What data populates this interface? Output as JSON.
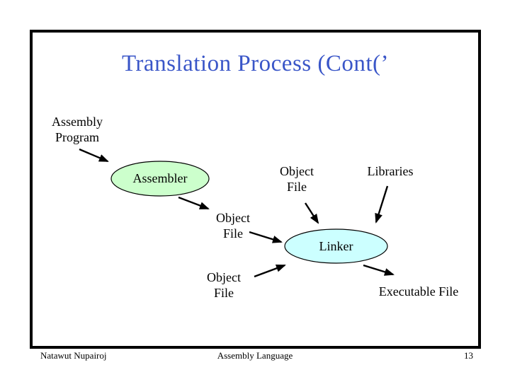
{
  "slide": {
    "title": "Translation Process (Cont(’",
    "title_color": "#3a56c8"
  },
  "diagram": {
    "nodes": {
      "assembler": {
        "label": "Assembler",
        "fill": "#ccffcc",
        "stroke": "#000000"
      },
      "linker": {
        "label": "Linker",
        "fill": "#ccffff",
        "stroke": "#000000"
      }
    },
    "labels": {
      "assembly_program": "Assembly\nProgram",
      "object_file_top": "Object\nFile",
      "object_file_middle": "Object\nFile",
      "object_file_bottom": "Object\nFile",
      "libraries": "Libraries",
      "executable_file": "Executable File"
    },
    "arrow_color": "#000000"
  },
  "footer": {
    "author": "Natawut Nupairoj",
    "course": "Assembly Language",
    "page_number": "13"
  }
}
